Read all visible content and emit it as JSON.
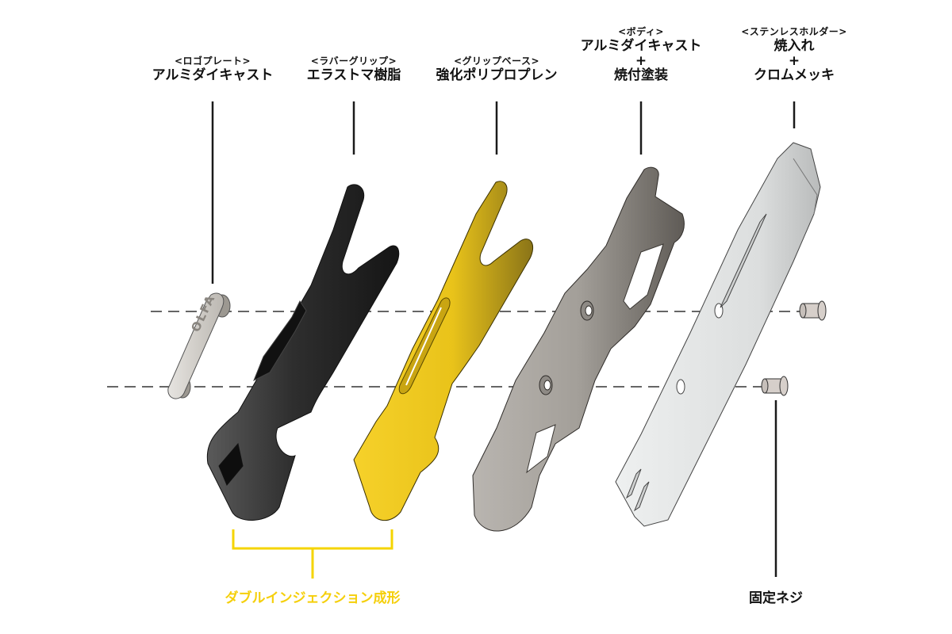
{
  "diagram": {
    "type": "exploded-view",
    "subject": "OLFA cutter knife components"
  },
  "parts": [
    {
      "id": "logo-plate",
      "category": "<ロゴプレート>",
      "material_lines": [
        "アルミダイキャスト"
      ],
      "engraving": "OLFA",
      "color": "#d8d5d0"
    },
    {
      "id": "rubber-grip",
      "category": "<ラバーグリップ>",
      "material_lines": [
        "エラストマ樹脂"
      ],
      "color": "#2b2b2b"
    },
    {
      "id": "grip-base",
      "category": "<グリップベース>",
      "material_lines": [
        "強化ポリプロプレン"
      ],
      "color": "#f2c915"
    },
    {
      "id": "body",
      "category": "<ボディ>",
      "material_lines": [
        "アルミダイキャスト",
        "+",
        "焼付塗装"
      ],
      "color": "#a8a49f"
    },
    {
      "id": "stainless-holder",
      "category": "<ステンレスホルダー>",
      "material_lines": [
        "焼入れ",
        "+",
        "クロムメッキ"
      ],
      "color": "#e4e6e6"
    }
  ],
  "annotations": {
    "double_injection": {
      "text": "ダブルインジェクション成形",
      "color": "#f5cf0a"
    },
    "fixing_screw": {
      "text": "固定ネジ",
      "color": "#111111"
    }
  },
  "colors": {
    "accent_yellow": "#f5d400",
    "leader_line": "#1a1a1a",
    "axis_line": "#333333"
  }
}
